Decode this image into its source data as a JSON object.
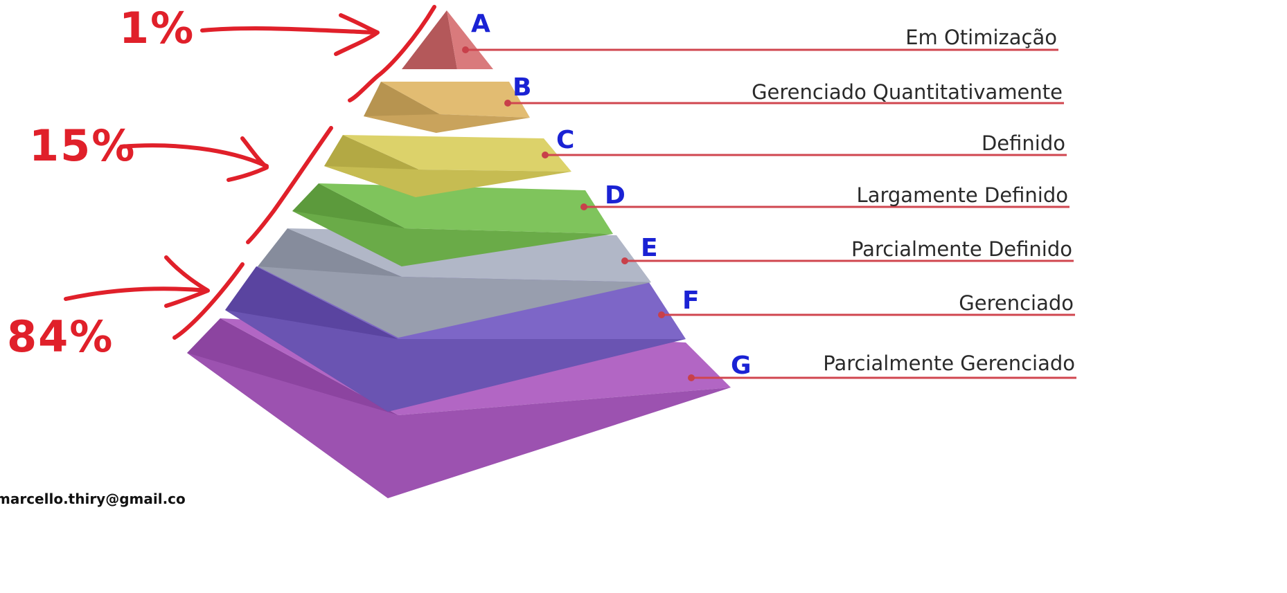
{
  "levels": [
    {
      "letter": "A",
      "name": "Em Otimização",
      "color": "#d97a7c",
      "side": "#b4585a",
      "shade": "#c26466"
    },
    {
      "letter": "B",
      "name": "Gerenciado Quantitativamente",
      "color": "#e2bc72",
      "side": "#b79450",
      "shade": "#c9a35c"
    },
    {
      "letter": "C",
      "name": "Definido",
      "color": "#dcd26a",
      "side": "#b3a944",
      "shade": "#c6bc52"
    },
    {
      "letter": "D",
      "name": "Largamente Definido",
      "color": "#7fc45c",
      "side": "#5c9a3c",
      "shade": "#6aab48"
    },
    {
      "letter": "E",
      "name": "Parcialmente Definido",
      "color": "#b1b7c7",
      "side": "#868c9c",
      "shade": "#989eae"
    },
    {
      "letter": "F",
      "name": "Gerenciado",
      "color": "#7d66c7",
      "side": "#5a44a0",
      "shade": "#6a54b2"
    },
    {
      "letter": "G",
      "name": "Parcialmente Gerenciado",
      "color": "#b266c4",
      "side": "#8c44a0",
      "shade": "#9c52b0"
    }
  ],
  "annotations": [
    {
      "label": "1%"
    },
    {
      "label": "15%"
    },
    {
      "label": "84%"
    }
  ],
  "footer": {
    "email": "marcello.thiry@gmail.co"
  },
  "colors": {
    "annotation_red": "#e0202a",
    "letter_blue": "#1a22d4",
    "leader_line": "#d0464f"
  }
}
